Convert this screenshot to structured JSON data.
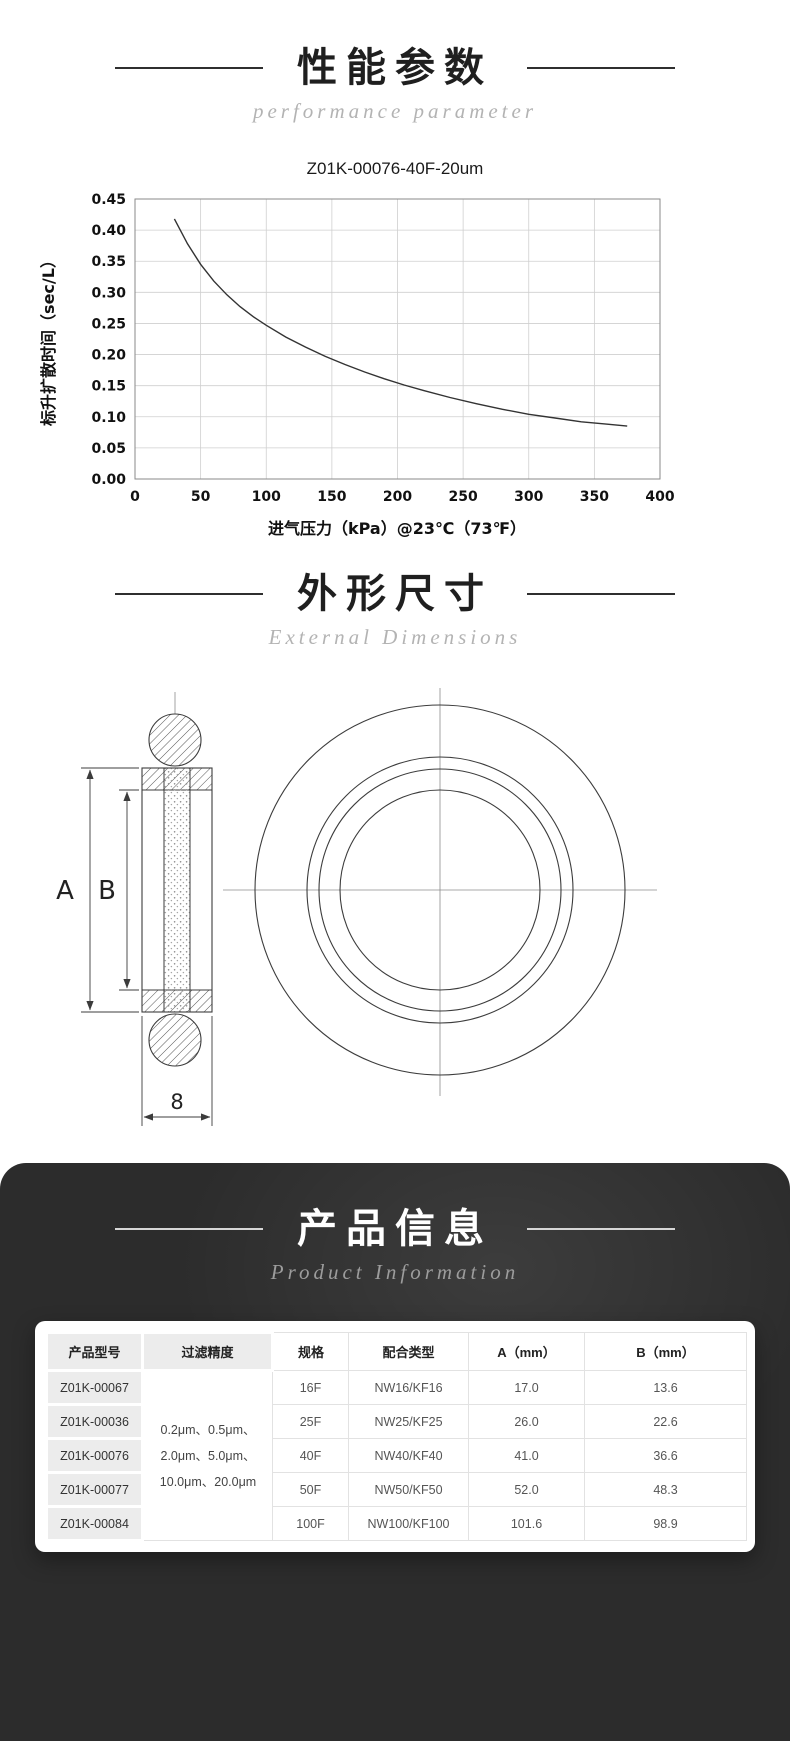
{
  "sections": {
    "performance": {
      "title": "性能参数",
      "subtitle": "performance parameter"
    },
    "dimensions": {
      "title": "外形尺寸",
      "subtitle": "External Dimensions"
    },
    "product": {
      "title": "产品信息",
      "subtitle": "Product Information"
    }
  },
  "chart_data": {
    "type": "line",
    "title": "Z01K-00076-40F-20um",
    "xlabel": "进气压力（kPa）@23℃（73℉）",
    "ylabel": "标升扩散时间（sec/L）",
    "xlim": [
      0,
      400
    ],
    "ylim": [
      0,
      0.45
    ],
    "x_ticks": [
      0,
      50,
      100,
      150,
      200,
      250,
      300,
      350,
      400
    ],
    "y_ticks": [
      0,
      0.05,
      0.1,
      0.15,
      0.2,
      0.25,
      0.3,
      0.35,
      0.4,
      0.45
    ],
    "grid": true,
    "legend": false,
    "line_color": "#333333",
    "x": [
      30,
      40,
      50,
      60,
      70,
      80,
      90,
      100,
      115,
      130,
      145,
      160,
      175,
      190,
      205,
      220,
      240,
      260,
      280,
      300,
      320,
      340,
      360,
      375
    ],
    "y": [
      0.418,
      0.378,
      0.345,
      0.318,
      0.296,
      0.277,
      0.261,
      0.247,
      0.228,
      0.212,
      0.197,
      0.184,
      0.172,
      0.161,
      0.151,
      0.142,
      0.131,
      0.121,
      0.112,
      0.104,
      0.098,
      0.092,
      0.088,
      0.085
    ]
  },
  "drawing": {
    "label_a": "A",
    "label_b": "B",
    "label_width": "8"
  },
  "table": {
    "headers": [
      "产品型号",
      "过滤精度",
      "规格",
      "配合类型",
      "A（mm）",
      "B（mm）"
    ],
    "filter_precision": "0.2μm、0.5μm、\n2.0μm、5.0μm、\n10.0μm、20.0μm",
    "rows": [
      {
        "model": "Z01K-00067",
        "spec": "16F",
        "match_type": "NW16/KF16",
        "a_mm": "17.0",
        "b_mm": "13.6"
      },
      {
        "model": "Z01K-00036",
        "spec": "25F",
        "match_type": "NW25/KF25",
        "a_mm": "26.0",
        "b_mm": "22.6"
      },
      {
        "model": "Z01K-00076",
        "spec": "40F",
        "match_type": "NW40/KF40",
        "a_mm": "41.0",
        "b_mm": "36.6"
      },
      {
        "model": "Z01K-00077",
        "spec": "50F",
        "match_type": "NW50/KF50",
        "a_mm": "52.0",
        "b_mm": "48.3"
      },
      {
        "model": "Z01K-00084",
        "spec": "100F",
        "match_type": "NW100/KF100",
        "a_mm": "101.6",
        "b_mm": "98.9"
      }
    ]
  },
  "colors": {
    "dark_bg": "#2c2c2c",
    "chip_gray": "#ececec"
  }
}
